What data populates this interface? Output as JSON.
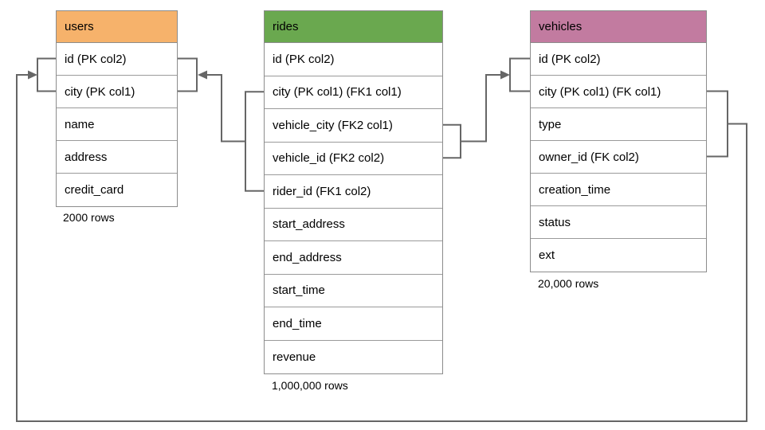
{
  "diagram": {
    "tables": {
      "users": {
        "title": "users",
        "header_color": "#F6B26B",
        "columns": [
          "id (PK col2)",
          "city (PK col1)",
          "name",
          "address",
          "credit_card"
        ],
        "row_count_label": "2000 rows"
      },
      "rides": {
        "title": "rides",
        "header_color": "#6AA84F",
        "columns": [
          "id (PK col2)",
          "city (PK col1) (FK1 col1)",
          "vehicle_city (FK2 col1)",
          "vehicle_id (FK2 col2)",
          "rider_id (FK1 col2)",
          "start_address",
          "end_address",
          "start_time",
          "end_time",
          "revenue"
        ],
        "row_count_label": "1,000,000 rows"
      },
      "vehicles": {
        "title": "vehicles",
        "header_color": "#C27BA0",
        "columns": [
          "id (PK col2)",
          "city (PK col1) (FK col1)",
          "type",
          "owner_id (FK col2)",
          "creation_time",
          "status",
          "ext"
        ],
        "row_count_label": "20,000 rows"
      }
    },
    "relationships": [
      {
        "name": "FK1",
        "from_table": "rides",
        "from_columns": [
          "city (FK1 col1)",
          "rider_id (FK1 col2)"
        ],
        "to_table": "users",
        "to_columns": [
          "id (PK col2)",
          "city (PK col1)"
        ]
      },
      {
        "name": "FK2",
        "from_table": "rides",
        "from_columns": [
          "vehicle_city (FK2 col1)",
          "vehicle_id (FK2 col2)"
        ],
        "to_table": "vehicles",
        "to_columns": [
          "id (PK col2)",
          "city (PK col1)"
        ]
      },
      {
        "name": "FK",
        "from_table": "vehicles",
        "from_columns": [
          "city (FK col1)",
          "owner_id (FK col2)"
        ],
        "to_table": "users",
        "to_columns": [
          "id (PK col2)",
          "city (PK col1)"
        ]
      }
    ],
    "colors": {
      "users_header": "#F6B26B",
      "rides_header": "#6AA84F",
      "vehicles_header": "#C27BA0",
      "wire": "#666666",
      "table_border": "#8C8C8C",
      "text": "#000000",
      "background": "#FFFFFF"
    }
  }
}
